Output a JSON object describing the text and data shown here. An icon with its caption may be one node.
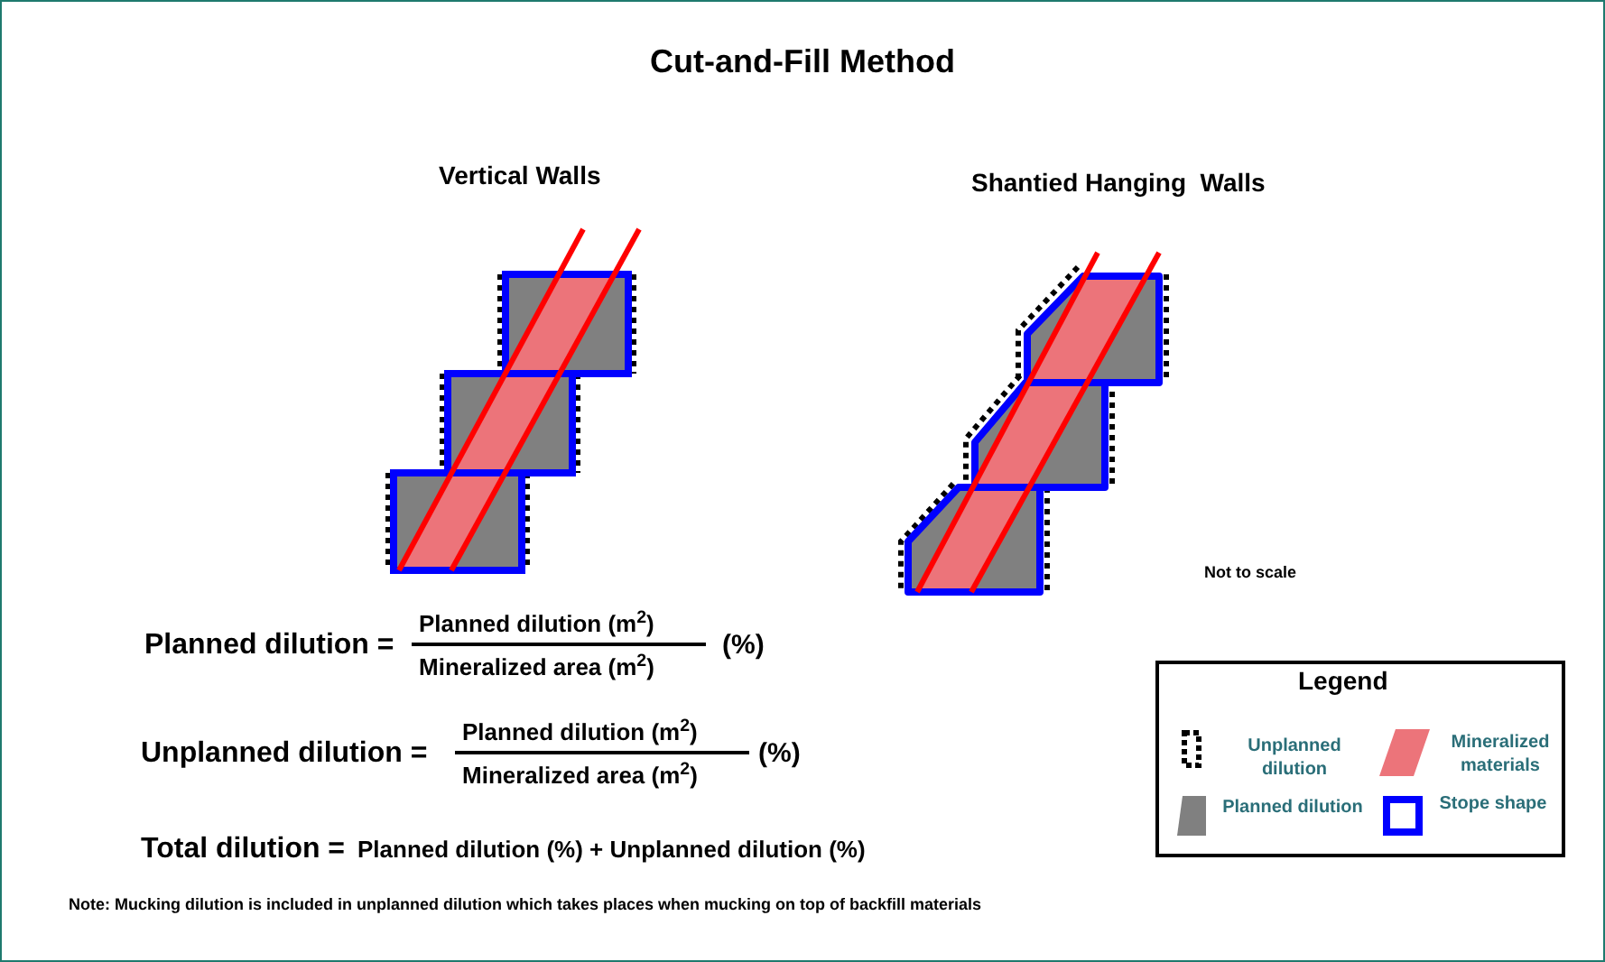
{
  "diagram": {
    "title": "Cut-and-Fill Method",
    "labels": [
      "Vertical Walls",
      "Shantied Hanging  Walls",
      "Not to scale",
      "Planned dilution =",
      "Planned dilution (m$^{2}$)",
      "Mineralized area (m$^{2}$)",
      "(%)",
      "Unplanned dilution =",
      "Planned dilution (m$^{2}$)",
      "Mineralized area (m$^{2}$)",
      "(%)",
      "Total dilution =",
      "Planned dilution (%) + Unplanned dilution (%)",
      "Note: Mucking dilution is included in unplanned dilution which takes places when mucking on top of backfill materials",
      "Legend"
    ],
    "legend": [
      {
        "text": "Unplanned dilution"
      },
      {
        "text": "Mineralized materials",
        "color": "#ec747a"
      },
      {
        "text": "Planned dilution",
        "color": "#808080"
      },
      {
        "text": "Stope shape"
      }
    ]
  }
}
